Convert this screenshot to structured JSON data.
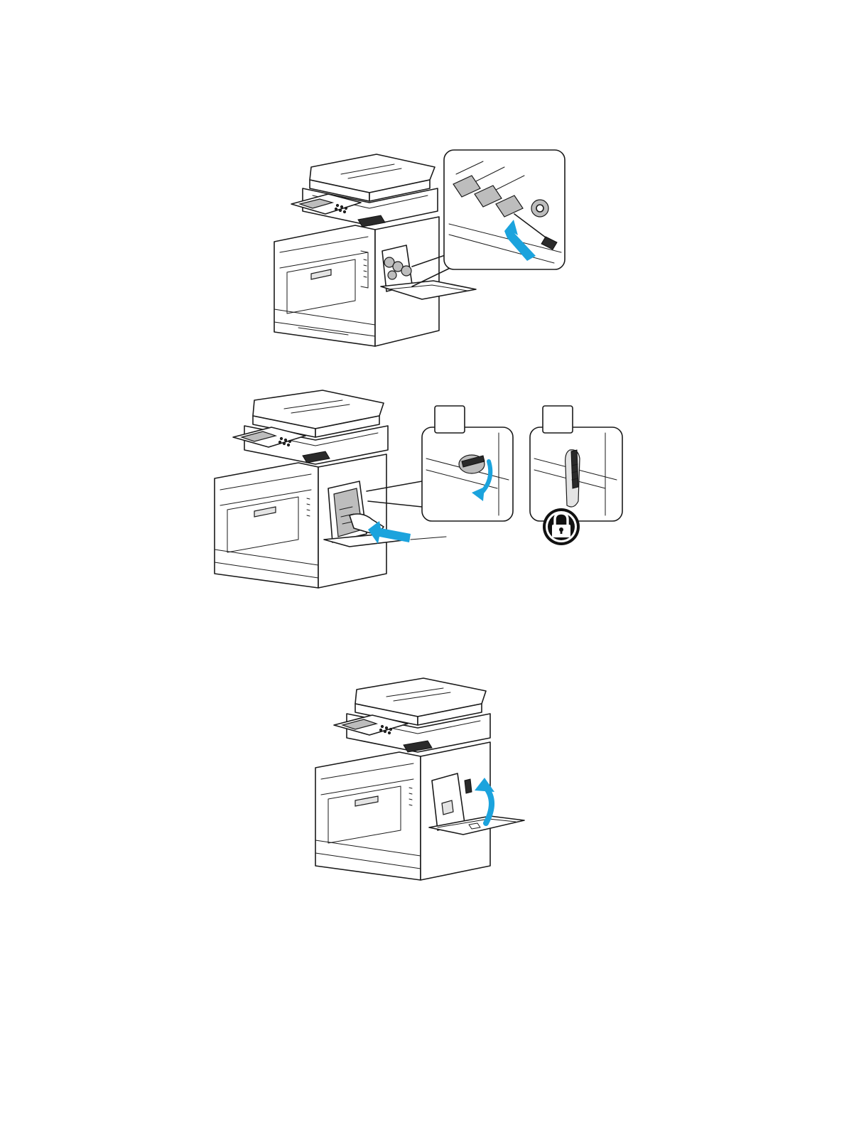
{
  "page": {
    "type": "printer-maintenance-manual-page"
  },
  "figures": [
    {
      "id": "fig1",
      "icon": "printer-with-cleaning-rod-inset-icon",
      "arrow_color": "#1ba3dd"
    },
    {
      "id": "fig2",
      "icon": "printer-waste-toner-box-with-lock-lever-insets-icon",
      "arrow_color": "#1ba3dd",
      "inset_labels": [
        "",
        ""
      ],
      "lock_icon": "padlock-icon"
    },
    {
      "id": "fig3",
      "icon": "printer-close-right-door-icon",
      "arrow_color": "#1ba3dd"
    }
  ],
  "colors": {
    "accent": "#1ba3dd",
    "line": "#1a1a1a",
    "background": "#ffffff"
  }
}
